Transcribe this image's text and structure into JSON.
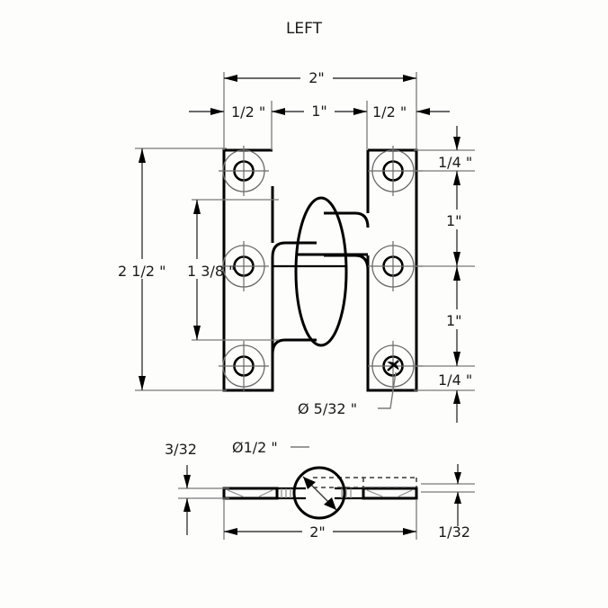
{
  "drawing": {
    "title": "LEFT",
    "background_color": "#fdfdfc",
    "line_color": "#000000",
    "front_view": {
      "dimensions_top": {
        "overall": "2\"",
        "left_leaf": "1/2 \"",
        "barrel": "1\"",
        "right_leaf": "1/2 \""
      },
      "dimensions_left": {
        "overall_height": "2 1/2 \"",
        "inner_height": "1 3/8 \""
      },
      "dimensions_right": {
        "top_edge_to_hole": "1/4 \"",
        "hole_spacing_upper": "1\"",
        "hole_spacing_lower": "1\"",
        "hole_to_bottom_edge": "1/4 \""
      },
      "callout_hole": "Ø 5/32 \""
    },
    "bottom_view": {
      "plate_thickness": "3/32",
      "barrel_diameter": "Ø1/2 \"",
      "overall_width": "2\"",
      "gap": "1/32"
    }
  }
}
